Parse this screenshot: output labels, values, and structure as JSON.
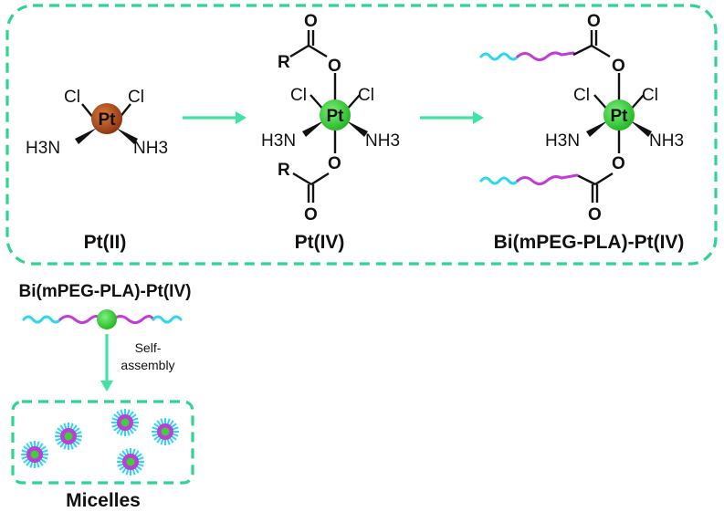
{
  "colors": {
    "frame": "#2fd494",
    "arrow": "#3fe3a6",
    "pt2_atom": "#b8501a",
    "pt4_atom": "#3ad13a",
    "peg_chain": "#2fd6ef",
    "pla_chain": "#c13bd6"
  },
  "atoms": {
    "pt": "Pt",
    "cl": "Cl",
    "h3n_h": "H",
    "h3n_3": "3",
    "h3n_n": "N",
    "nh3_nh": "NH",
    "nh3_3": "3",
    "o": "O",
    "r": "R"
  },
  "labels": {
    "pt2": "Pt(II)",
    "pt4": "Pt(IV)",
    "conjugate": "Bi(mPEG-PLA)-Pt(IV)",
    "conjugate_small": "Bi(mPEG-PLA)-Pt(IV)",
    "self_assembly_line1": "Self-",
    "self_assembly_line2": "assembly",
    "micelles": "Micelles"
  },
  "micelles": {
    "count": 5,
    "icon": "micelle-icon"
  }
}
